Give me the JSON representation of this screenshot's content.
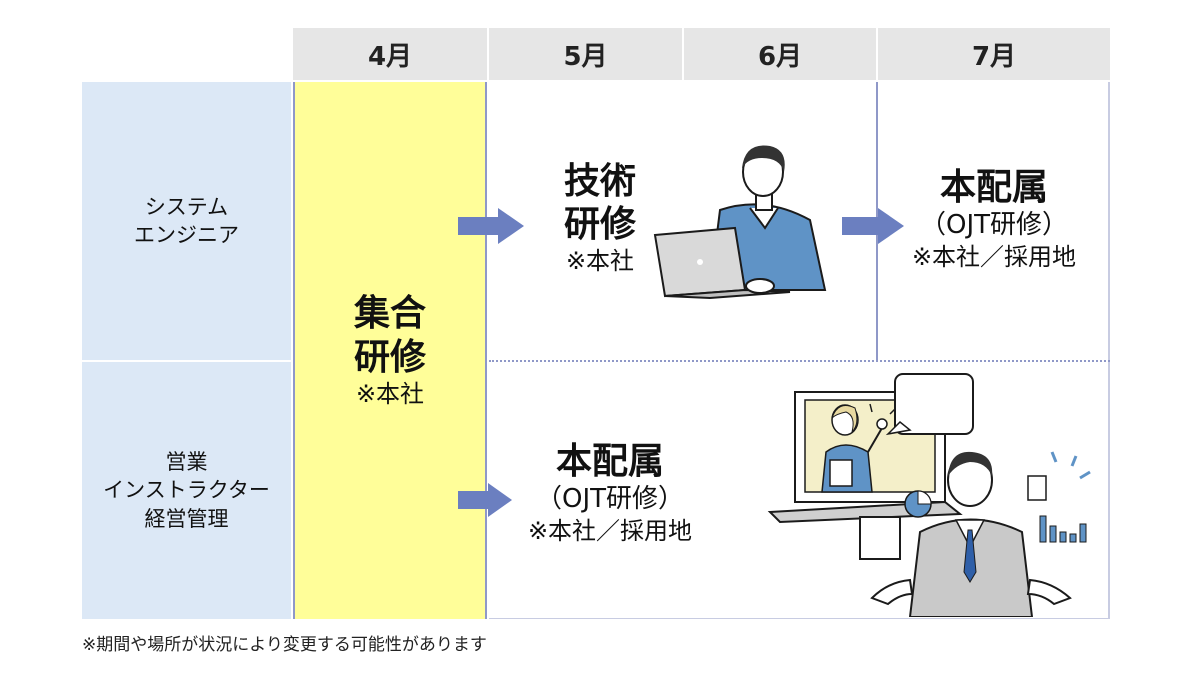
{
  "header": {
    "months": [
      "4月",
      "5月",
      "6月",
      "7月"
    ]
  },
  "rows": {
    "system_engineer": "システム\nエンジニア",
    "sales": "営業\nインストラクター\n経営管理"
  },
  "training": {
    "group": {
      "line1": "集合",
      "line2": "研修",
      "note": "※本社"
    },
    "technical": {
      "line1": "技術",
      "line2": "研修",
      "note": "※本社"
    },
    "placement_top": {
      "title": "本配属",
      "sub": "（OJT研修）",
      "note": "※本社／採用地"
    },
    "placement_bottom": {
      "title": "本配属",
      "sub": "（OJT研修）",
      "note": "※本社／採用地"
    }
  },
  "footnote": "※期間や場所が状況により変更する可能性があります",
  "colors": {
    "header_bg": "#e6e6e6",
    "role_bg": "#dce8f6",
    "group_bg": "#fffe99",
    "arrow": "#6b7fc0",
    "divider": "#8f98c8"
  },
  "icons": [
    "person-laptop-illustration",
    "presenter-illustration"
  ]
}
